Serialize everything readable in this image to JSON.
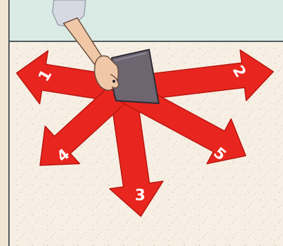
{
  "arrows": [
    {
      "id": "arrow-1",
      "label": "1"
    },
    {
      "id": "arrow-2",
      "label": "2"
    },
    {
      "id": "arrow-3",
      "label": "3"
    },
    {
      "id": "arrow-4",
      "label": "4"
    },
    {
      "id": "arrow-5",
      "label": "5"
    }
  ],
  "colors": {
    "arrow_fill": "#e8261f",
    "arrow_outline": "#b9150f",
    "wall_top": "#d9ebe4",
    "plaster": "#f7efe3",
    "frame": "#525a5c",
    "trowel_blade": "#6d6670",
    "skin": "#f0c8a8",
    "sleeve": "#d6d9e2"
  }
}
